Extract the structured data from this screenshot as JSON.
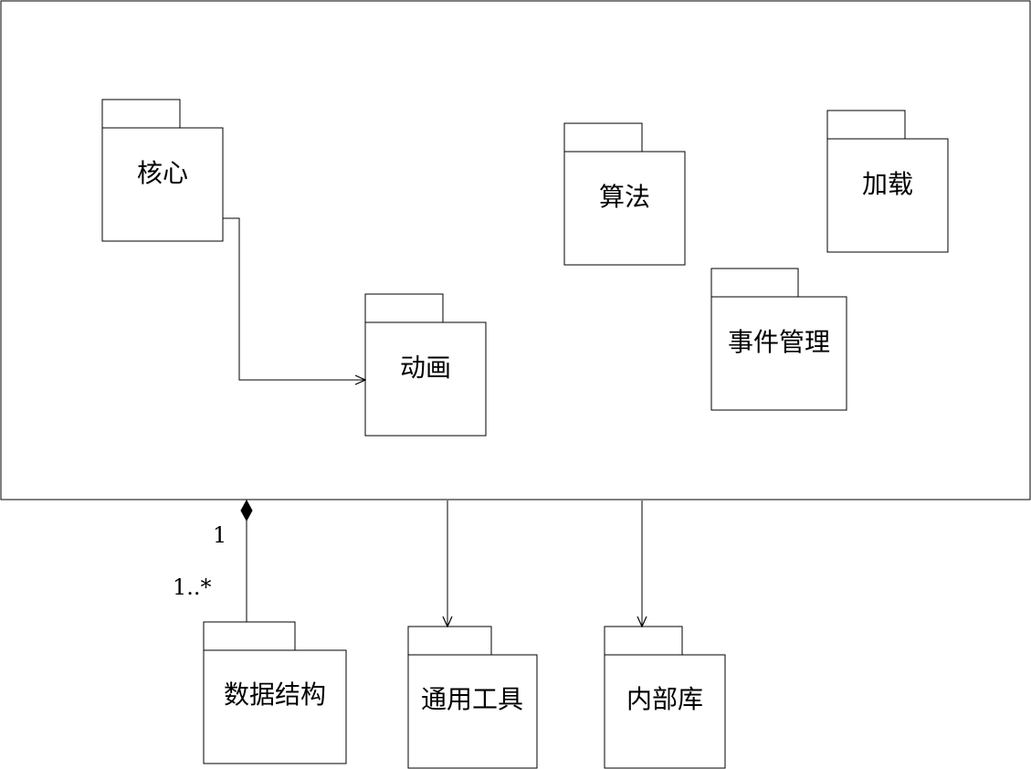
{
  "packages": {
    "core": "核心",
    "animation": "动画",
    "algorithm": "算法",
    "loading": "加载",
    "event_management": "事件管理",
    "data_structure": "数据结构",
    "common_tools": "通用工具",
    "internal_library": "内部库"
  },
  "multiplicity": {
    "container_end": "1",
    "data_structure_end": "1..*"
  }
}
